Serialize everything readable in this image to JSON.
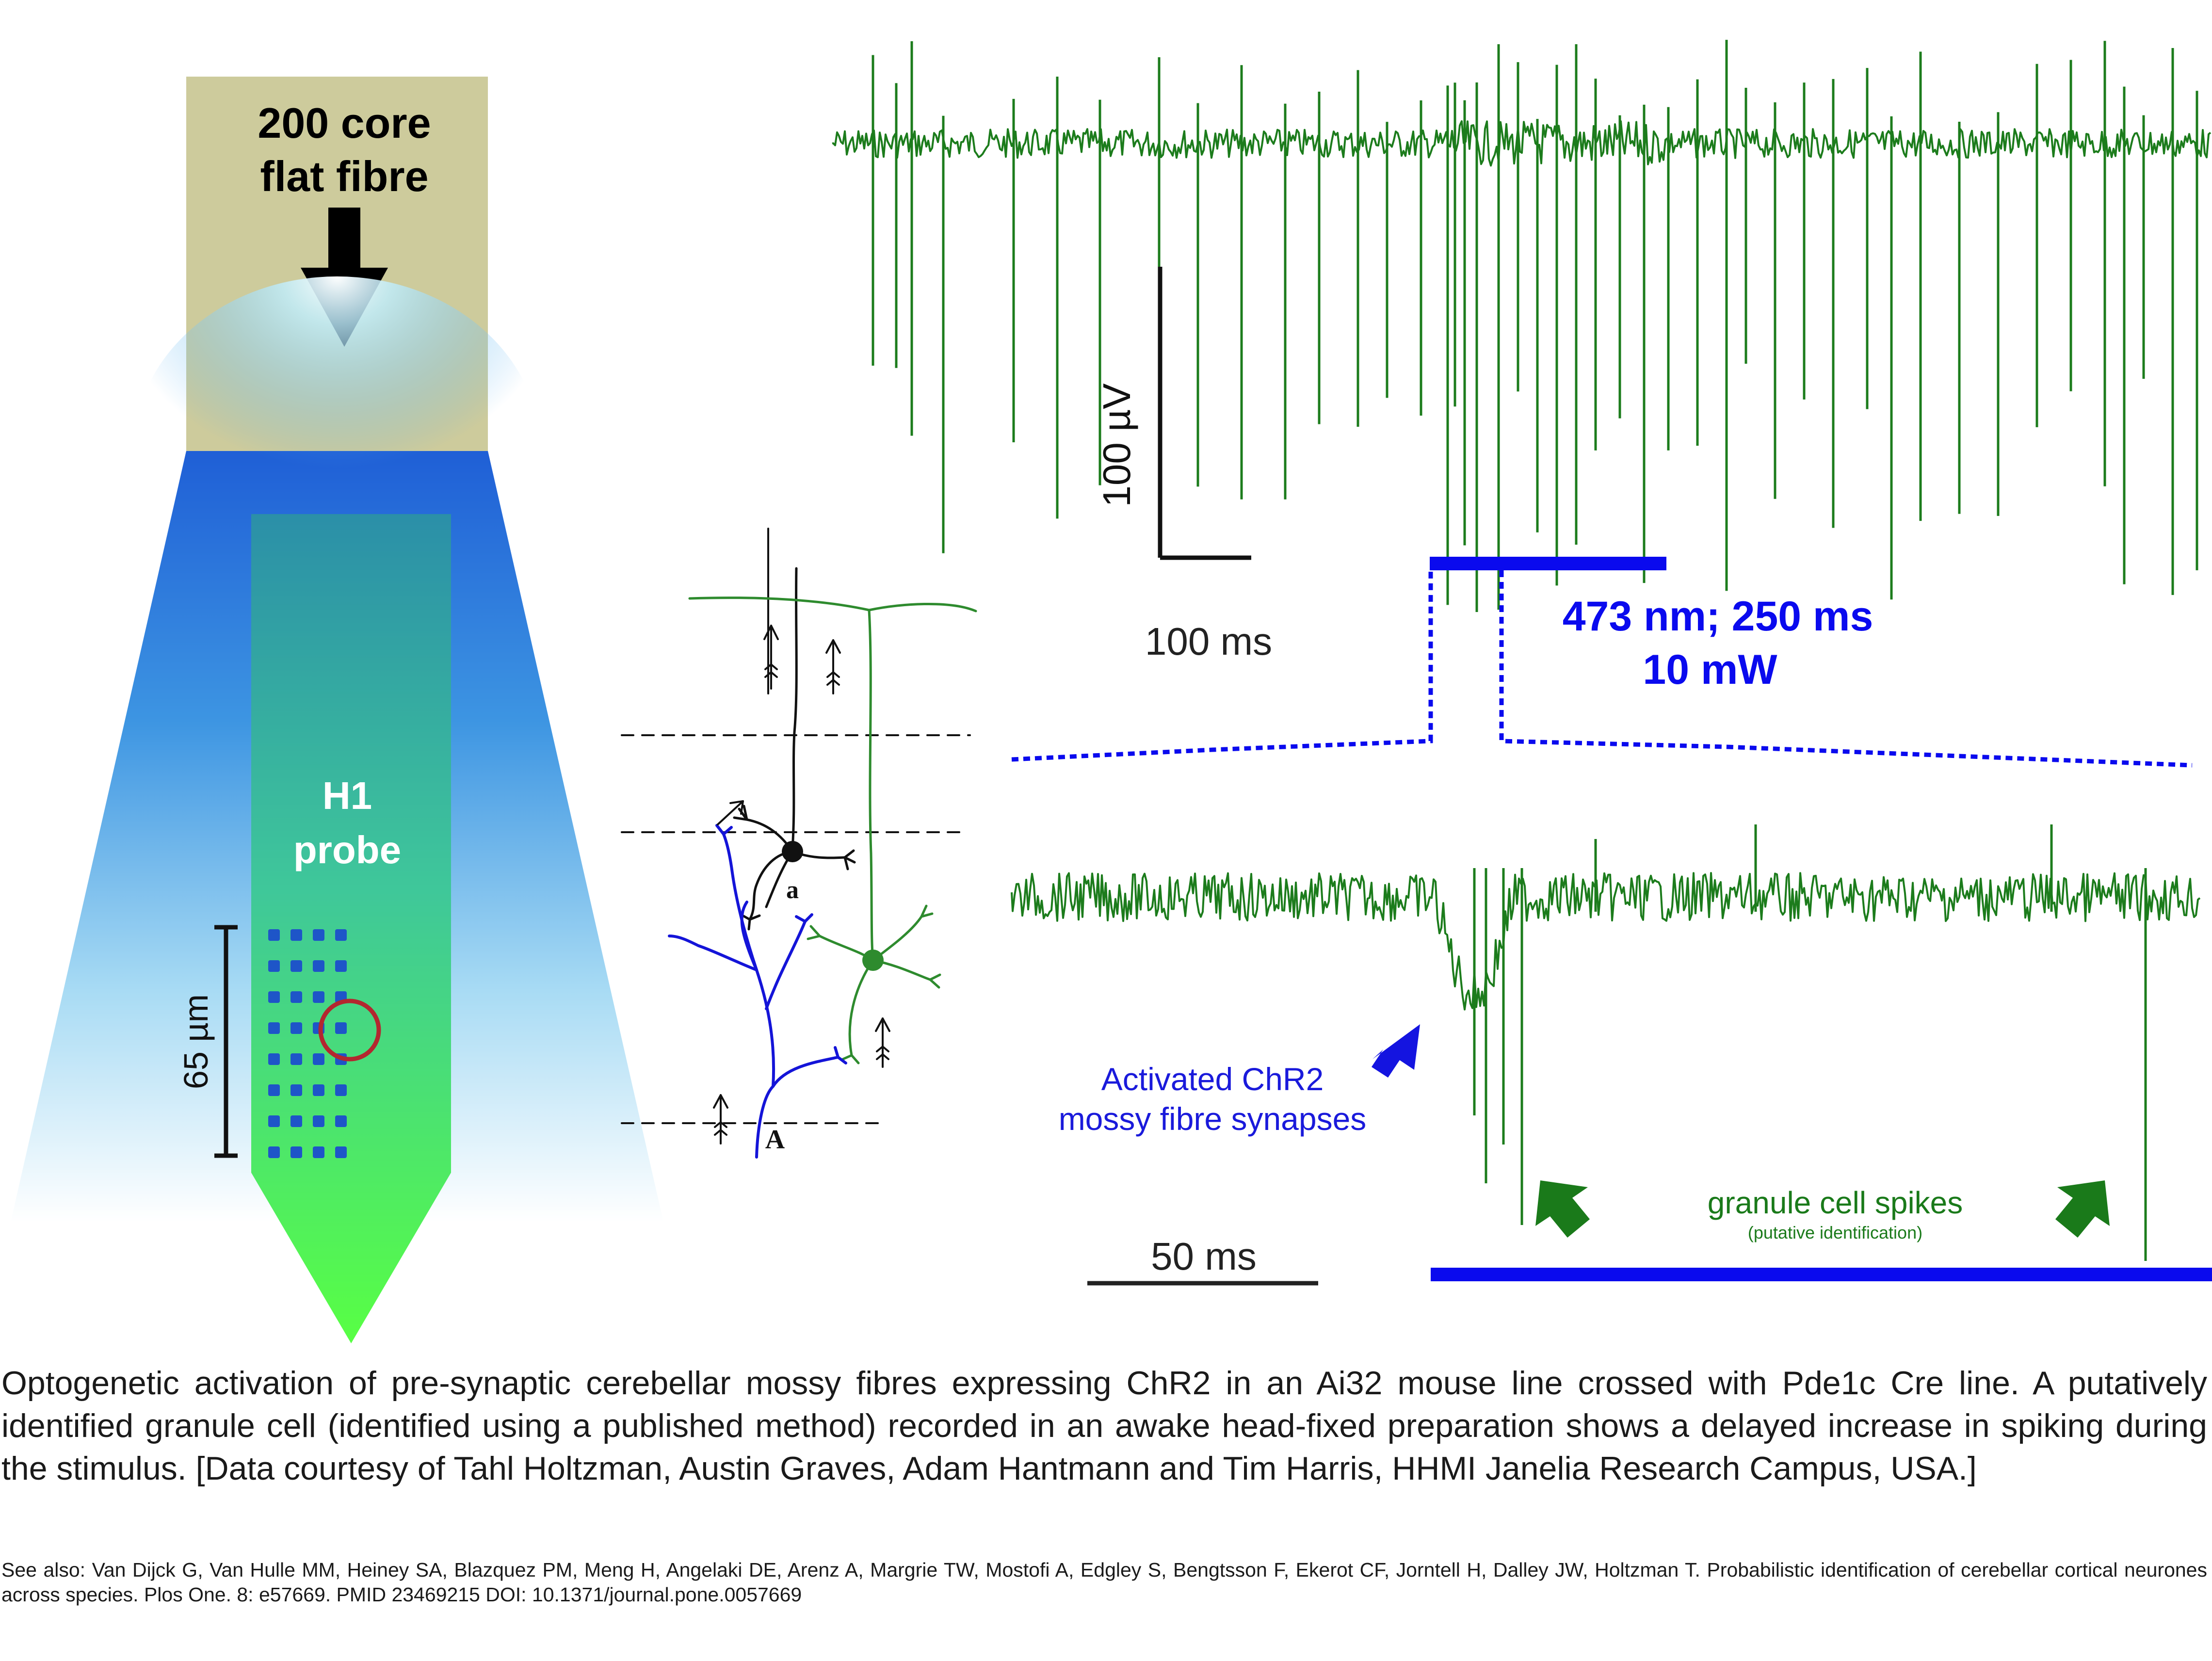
{
  "fibre": {
    "label_line1": "200 core",
    "label_line2": "flat fibre",
    "colors": {
      "fibre": "#cdcb9c",
      "light_top": "#1f63d8",
      "light_bottom": "#ffffff",
      "probe_top": "#2f9aa8",
      "probe_bottom": "#55ff44",
      "site": "#1e55c8",
      "marker": "#b3272f"
    }
  },
  "probe": {
    "label_line1": "H1",
    "label_line2": "probe",
    "scale_label": "65 µm",
    "site_grid": {
      "rows": 8,
      "cols": 4
    }
  },
  "neuron_diagram": {
    "labels": {
      "small_cell": "a",
      "large_cell": "A"
    },
    "colors": {
      "black_cell": "#111111",
      "green_cell": "#2e8b2e",
      "blue_cell": "#1414d8"
    }
  },
  "traces": {
    "color": "#1c7c1c",
    "top_scale": {
      "voltage_label": "100 µV",
      "time_label": "100 ms"
    },
    "stimulus": {
      "line1": "473 nm; 250 ms",
      "line2": "10 mW",
      "color": "#0a0aee"
    },
    "bottom_scale": {
      "time_label": "50 ms"
    },
    "annotation_synapses": {
      "line1": "Activated ChR2",
      "line2": "mossy fibre synapses",
      "color": "#1a1adb"
    },
    "annotation_granule": {
      "line1": "granule cell spikes",
      "line2": "(putative identification)",
      "color": "#1a7a1a"
    }
  },
  "caption": {
    "main": "Optogenetic activation of pre-synaptic cerebellar mossy fibres expressing ChR2 in an Ai32 mouse line crossed with Pde1c Cre line. A putatively identified granule cell (identified using a published method) recorded in an awake head-fixed preparation shows a delayed increase in spiking during the stimulus. [Data courtesy of Tahl Holtzman, Austin Graves, Adam Hantmann and Tim Harris, HHMI Janelia Research Campus, USA.]",
    "see_also": "See also: Van Dijck G, Van Hulle MM, Heiney SA, Blazquez PM, Meng H, Angelaki DE, Arenz A, Margrie TW, Mostofi A, Edgley S, Bengtsson F, Ekerot CF, Jorntell H, Dalley JW, Holtzman T. Probabilistic identification of cerebellar cortical neurones across species. Plos One. 8: e57669. PMID 23469215 DOI: 10.1371/journal.pone.0057669"
  }
}
